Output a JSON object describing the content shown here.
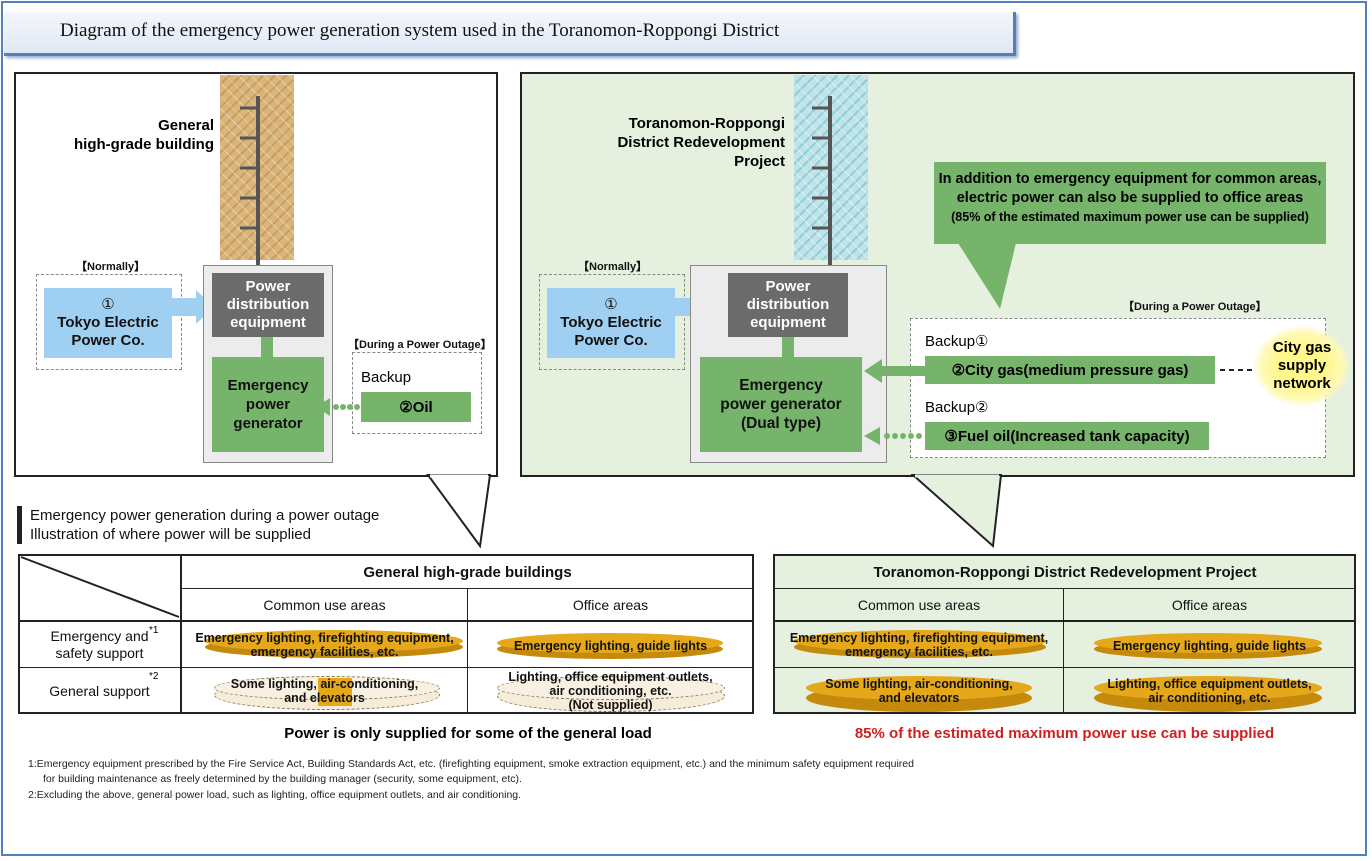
{
  "title": "Diagram of the emergency power generation system used in the Toranomon-Roppongi District",
  "left_panel": {
    "building_label": [
      "General",
      "high-grade building"
    ],
    "normally": "【Normally】",
    "source_num": "①",
    "source": [
      "Tokyo Electric",
      "Power Co."
    ],
    "distribution": [
      "Power",
      "distribution",
      "equipment"
    ],
    "generator": [
      "Emergency",
      "power",
      "generator"
    ],
    "outage": "【During a Power Outage】",
    "backup": "Backup",
    "oil": "②Oil"
  },
  "right_panel": {
    "building_label": [
      "Toranomon-Roppongi",
      "District Redevelopment",
      "Project"
    ],
    "callout": [
      "In addition to emergency equipment for common areas,",
      "electric power can also be supplied to office areas",
      "(85% of the estimated maximum power use can be supplied)"
    ],
    "normally": "【Normally】",
    "source_num": "①",
    "source": [
      "Tokyo Electric",
      "Power Co."
    ],
    "distribution": [
      "Power",
      "distribution",
      "equipment"
    ],
    "generator": [
      "Emergency",
      "power generator",
      "(Dual type)"
    ],
    "outage": "【During a Power Outage】",
    "backup1": "Backup①",
    "gas": "②City gas(medium pressure gas)",
    "gas_network": [
      "City gas",
      "supply",
      "network"
    ],
    "backup2": "Backup②",
    "fuel": "③Fuel oil(Increased tank capacity)"
  },
  "section_heading": [
    "Emergency power generation during a power outage",
    "Illustration of where power will be supplied"
  ],
  "table_left": {
    "header": "General high-grade buildings",
    "col1": "Common use areas",
    "col2": "Office areas",
    "row1_label": [
      "Emergency and",
      "safety support"
    ],
    "row1_mark": "*1",
    "row2_label": "General support",
    "row2_mark": "*2",
    "r1c1": [
      "Emergency lighting, firefighting equipment,",
      "emergency facilities, etc."
    ],
    "r1c2": "Emergency lighting, guide lights",
    "r2c1": [
      "Some lighting, air-conditioning,",
      "and elevators"
    ],
    "r2c2": [
      "Lighting, office equipment outlets,",
      "air conditioning, etc.",
      "(Not supplied)"
    ],
    "footer": "Power is only supplied for some of the general load"
  },
  "table_right": {
    "header": "Toranomon-Roppongi District Redevelopment Project",
    "col1": "Common use areas",
    "col2": "Office areas",
    "r1c1": [
      "Emergency lighting, firefighting equipment,",
      "emergency facilities, etc."
    ],
    "r1c2": "Emergency lighting, guide lights",
    "r2c1": [
      "Some lighting, air-conditioning,",
      "and elevators"
    ],
    "r2c2": [
      "Lighting, office equipment outlets,",
      "air conditioning, etc."
    ],
    "footer": "85% of the estimated maximum power use can be supplied"
  },
  "footnotes": {
    "n1": [
      "1:Emergency equipment prescribed by the Fire Service Act, Building Standards Act, etc. (firefighting equipment, smoke extraction equipment, etc.) and the minimum safety equipment required",
      "for building maintenance as freely determined by the building manager (security, some equipment, etc)."
    ],
    "n2": "2:Excluding the above, general power load, such as lighting, office equipment outlets, and air conditioning."
  },
  "colors": {
    "frame": "#4f81bd",
    "green": "#77b46b",
    "blue": "#9fcff1",
    "gold": "#d39a0f",
    "red": "#d02020",
    "panel_green": "#e5f0df"
  }
}
